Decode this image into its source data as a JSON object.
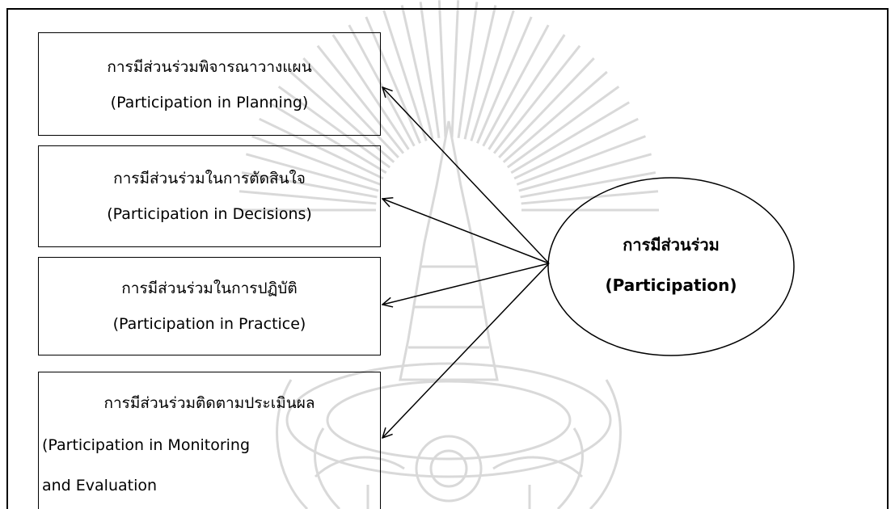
{
  "diagram": {
    "boxes": [
      {
        "thai": "การมีส่วนร่วมพิจารณาวางแผน",
        "english": "(Participation in Planning)"
      },
      {
        "thai": "การมีส่วนร่วมในการตัดสินใจ",
        "english": "(Participation in Decisions)"
      },
      {
        "thai": "การมีส่วนร่วมในการปฏิบัติ",
        "english": "(Participation in Practice)"
      },
      {
        "thai": "การมีส่วนร่วมติดตามประเมินผล",
        "english_line1": "(Participation in Monitoring",
        "english_line2": "and Evaluation"
      }
    ],
    "center": {
      "thai": "การมีส่วนร่วม",
      "english": "(Participation)"
    }
  },
  "colors": {
    "stroke": "#000000",
    "watermark": "#d9d9d9",
    "background": "#ffffff"
  }
}
